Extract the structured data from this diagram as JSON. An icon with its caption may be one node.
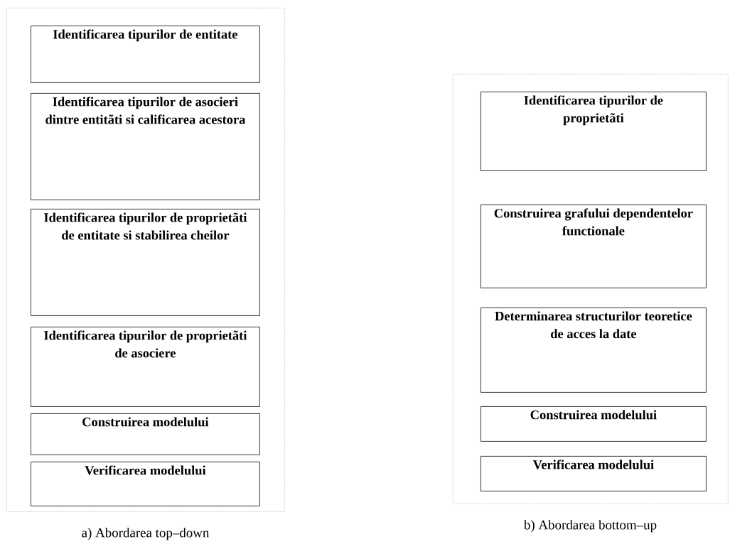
{
  "diagram": {
    "nodes": [
      {
        "text": [
          "a) Abordarea top–down"
        ]
      },
      {
        "text": [
          "Identificarea tipurilor de entitate"
        ],
        "in": 0
      },
      {
        "text": [
          "Identificarea tipurilor de asocieri dintre entitãti si calificarea acestora"
        ],
        "in": 0
      },
      {
        "text": [
          "Identificarea tipurilor de proprietãti de entitate si stabilirea cheilor"
        ],
        "in": 0
      },
      {
        "text": [
          "Identificarea tipurilor de proprietãti de asociere"
        ],
        "in": 0
      },
      {
        "text": [
          "Construirea modelului"
        ],
        "in": 0
      },
      {
        "text": [
          "Verificarea modelului"
        ],
        "in": 0
      },
      {
        "text": [
          "b) Abordarea bottom–up"
        ]
      },
      {
        "text": [
          "Identificarea tipurilor de proprietãti"
        ],
        "in": 7
      },
      {
        "text": [
          "Construirea grafului dependentelor functionale"
        ],
        "in": 7
      },
      {
        "text": [
          "Determinarea structurilor teoretice de acces la date"
        ],
        "in": 7
      },
      {
        "text": [
          "Construirea modelului"
        ],
        "in": 7
      },
      {
        "text": [
          "Verificarea modelului"
        ],
        "in": 7
      }
    ]
  }
}
